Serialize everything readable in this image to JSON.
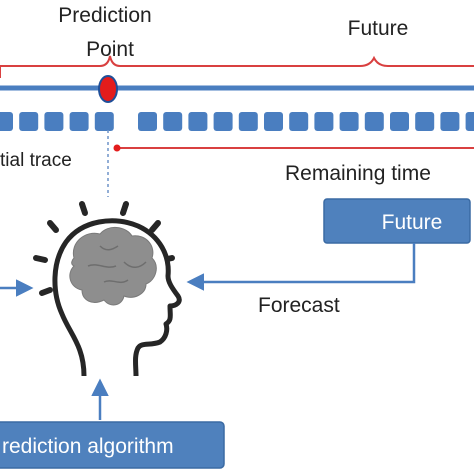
{
  "labels": {
    "prediction_line1": "Prediction",
    "prediction_line2": "Point",
    "future_top": "Future",
    "partial_trace": "tial trace",
    "remaining_time": "Remaining time",
    "forecast": "Forecast"
  },
  "boxes": {
    "future": "Future",
    "algorithm": "rediction algorithm"
  },
  "icons": {
    "head": "head-with-brain-icon"
  },
  "colors": {
    "timeline": "#4a7ec0",
    "event": "#4a7ec0",
    "box": "#4f81bd",
    "box_border": "#3a6aa3",
    "brace": "#d94040",
    "marker": "#e31c1c",
    "head": "#262626",
    "brain": "#8e8e8e",
    "arrow": "#4a7ec0",
    "dashed": "#6f93c8"
  }
}
